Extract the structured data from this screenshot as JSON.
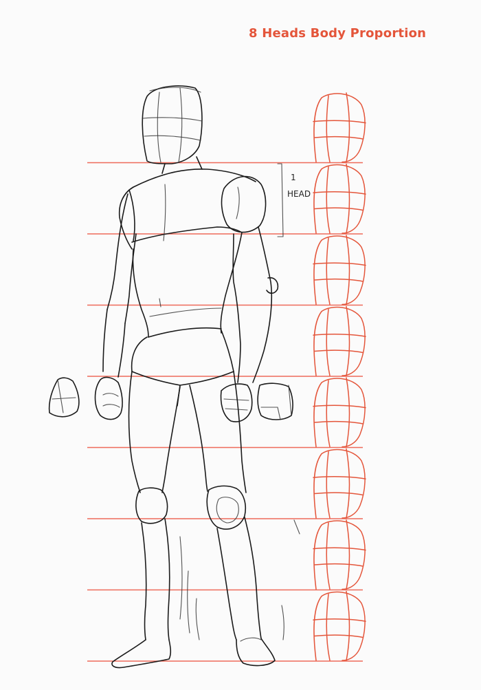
{
  "title": "8 Heads Body Proportion",
  "annotation": {
    "number": "1",
    "word": "HEAD"
  },
  "proportion_head_count": 8,
  "colors": {
    "accent": "#e4553a",
    "guide_line": "#ee6b5a",
    "sketch": "#1a1a1a",
    "background": "#fbfbfb"
  }
}
